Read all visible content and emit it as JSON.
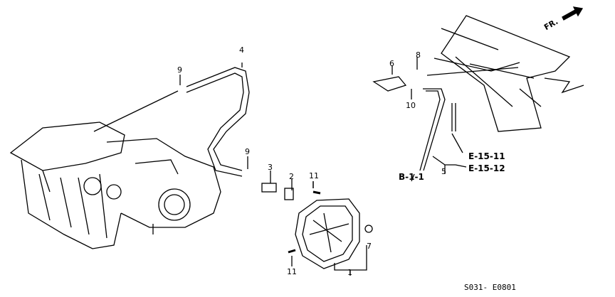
{
  "diagram": {
    "direction_label": "FR.",
    "part_labels": [
      "1",
      "2",
      "3",
      "4",
      "5",
      "6",
      "7",
      "8",
      "9",
      "9",
      "10",
      "11",
      "11"
    ],
    "references": [
      "E-15-11",
      "E-15-12",
      "B-1-1"
    ],
    "diagram_code": "S031- E0801"
  }
}
